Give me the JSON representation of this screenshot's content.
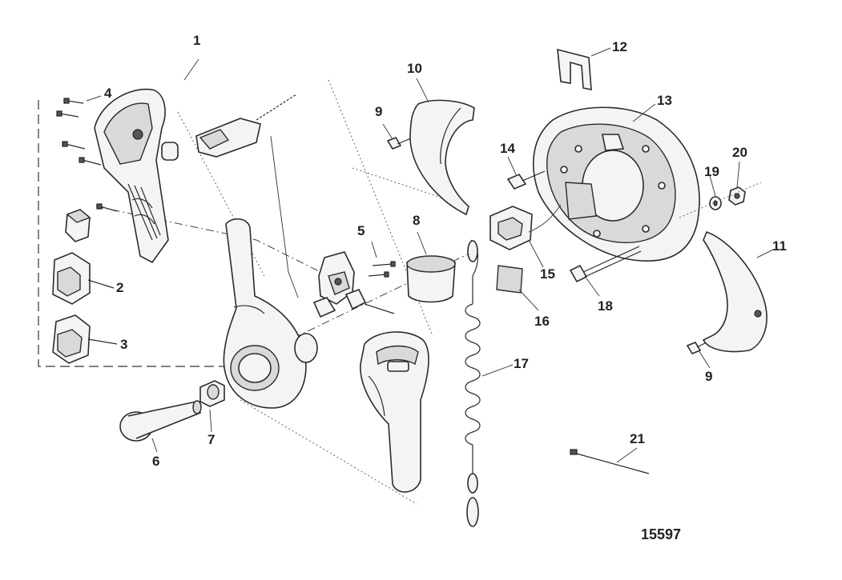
{
  "diagram": {
    "reference_number": "15597",
    "callouts": [
      {
        "id": "1",
        "label": "1"
      },
      {
        "id": "2",
        "label": "2"
      },
      {
        "id": "3",
        "label": "3"
      },
      {
        "id": "4",
        "label": "4"
      },
      {
        "id": "5",
        "label": "5"
      },
      {
        "id": "6",
        "label": "6"
      },
      {
        "id": "7",
        "label": "7"
      },
      {
        "id": "8",
        "label": "8"
      },
      {
        "id": "9a",
        "label": "9"
      },
      {
        "id": "9b",
        "label": "9"
      },
      {
        "id": "10",
        "label": "10"
      },
      {
        "id": "11",
        "label": "11"
      },
      {
        "id": "12",
        "label": "12"
      },
      {
        "id": "13",
        "label": "13"
      },
      {
        "id": "14",
        "label": "14"
      },
      {
        "id": "15",
        "label": "15"
      },
      {
        "id": "16",
        "label": "16"
      },
      {
        "id": "17",
        "label": "17"
      },
      {
        "id": "18",
        "label": "18"
      },
      {
        "id": "19",
        "label": "19"
      },
      {
        "id": "20",
        "label": "20"
      },
      {
        "id": "21",
        "label": "21"
      }
    ]
  }
}
